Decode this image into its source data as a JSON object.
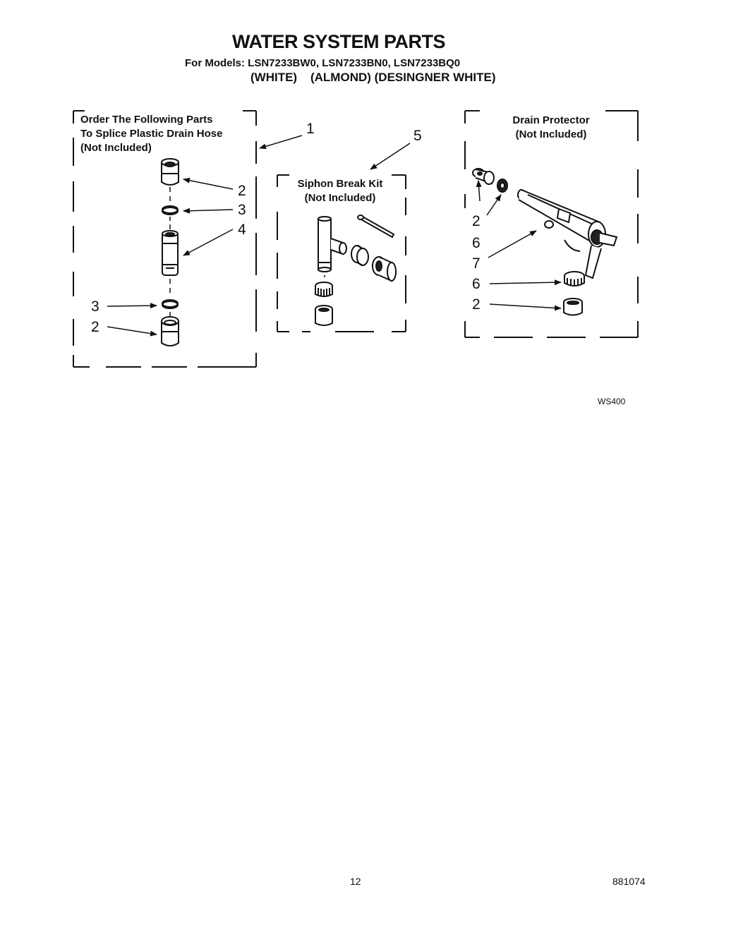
{
  "header": {
    "title": "WATER SYSTEM PARTS",
    "models": "For Models: LSN7233BW0, LSN7233BN0, LSN7233BQ0",
    "colors": "(WHITE)    (ALMOND) (DESINGNER WHITE)"
  },
  "boxes": {
    "splice": {
      "line1": "Order The Following Parts",
      "line2": "To Splice Plastic Drain Hose",
      "line3": "(Not Included)"
    },
    "siphon": {
      "line1": "Siphon Break Kit",
      "line2": "(Not Included)"
    },
    "drain": {
      "line1": "Drain Protector",
      "line2": "(Not Included)"
    }
  },
  "callouts": {
    "kit_splice": "1",
    "splice_top_coupling": "2",
    "splice_top_clamp": "3",
    "splice_connector": "4",
    "splice_bottom_clamp": "3",
    "splice_bottom_coupling": "2",
    "kit_siphon": "5",
    "drain_coupling_upper": "2",
    "drain_nut_upper": "6",
    "drain_body": "7",
    "drain_nut_lower": "6",
    "drain_coupling_lower": "2"
  },
  "footer": {
    "diagram_code": "WS400",
    "page_number": "12",
    "document_number": "881074"
  }
}
